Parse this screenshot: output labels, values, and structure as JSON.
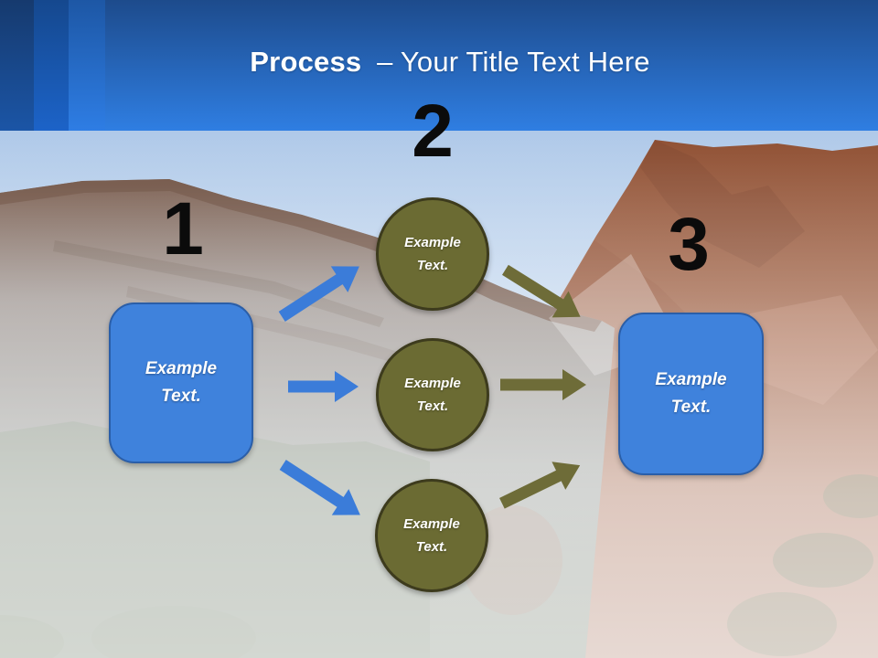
{
  "slide": {
    "header": {
      "title_bold": "Process",
      "title_regular": "– Your Title Text Here"
    },
    "process": {
      "step1": {
        "number": "1",
        "box_label": "Example Text."
      },
      "step2": {
        "number": "2",
        "circle_labels": [
          "Example Text.",
          "Example Text.",
          "Example Text."
        ]
      },
      "step3": {
        "number": "3",
        "box_label": "Example Text."
      }
    },
    "background": {
      "description": "hazy mountain landscape photo, red rocky cliffs with green shrubs under light blue sky"
    },
    "colors": {
      "header_gradient_top": "#1d4b8c",
      "header_gradient_bottom": "#2f7ee2",
      "title_color": "#ffffff",
      "box_fill": "#3f82dc",
      "box_border": "#2a5ea8",
      "circle_fill": "#6b6b33",
      "circle_border": "#3d3b1d",
      "arrow_blue": "#3b7cd9",
      "arrow_olive": "#6e6c38",
      "number_color": "#0b0b0b"
    }
  }
}
